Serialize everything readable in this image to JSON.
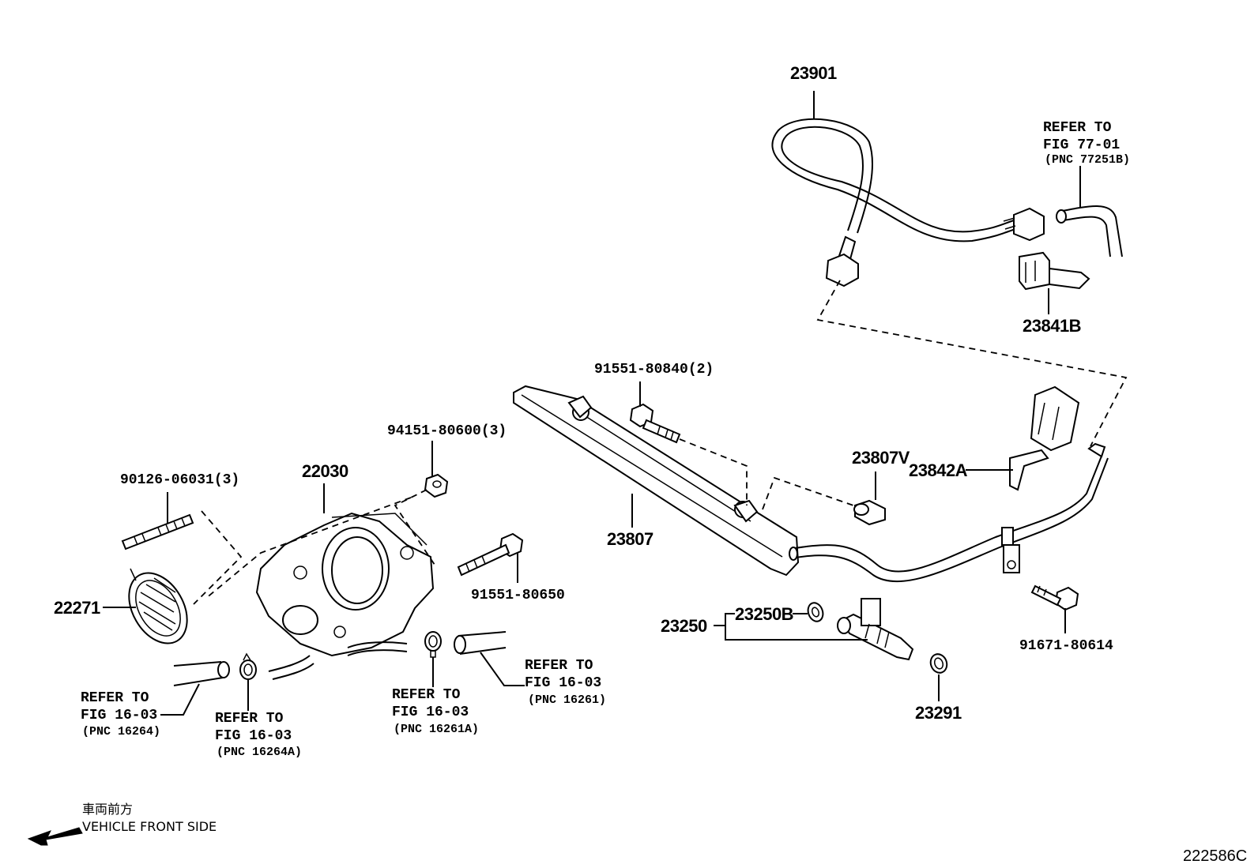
{
  "diagram": {
    "code": "222586C",
    "parts": {
      "p23901": "23901",
      "p23841B": "23841B",
      "p23842A": "23842A",
      "p23807V": "23807V",
      "p23807": "23807",
      "p91551_80840": "91551-80840(2)",
      "p94151_80600": "94151-80600(3)",
      "p90126_06031": "90126-06031(3)",
      "p22030": "22030",
      "p22271": "22271",
      "p91551_80650": "91551-80650",
      "p23250": "23250",
      "p23250B": "23250B",
      "p23291": "23291",
      "p91671_80614": "91671-80614"
    },
    "references": {
      "ref_77251B": {
        "line1": "REFER TO",
        "line2": "FIG 77-01",
        "pnc": "(PNC 77251B)"
      },
      "ref_16264": {
        "line1": "REFER TO",
        "line2": "FIG 16-03",
        "pnc": "(PNC 16264)"
      },
      "ref_16264A": {
        "line1": "REFER TO",
        "line2": "FIG 16-03",
        "pnc": "(PNC 16264A)"
      },
      "ref_16261A": {
        "line1": "REFER TO",
        "line2": "FIG 16-03",
        "pnc": "(PNC 16261A)"
      },
      "ref_16261": {
        "line1": "REFER TO",
        "line2": "FIG 16-03",
        "pnc": "(PNC 16261)"
      }
    },
    "front": {
      "jp": "車両前方",
      "en": "VEHICLE FRONT SIDE"
    }
  }
}
